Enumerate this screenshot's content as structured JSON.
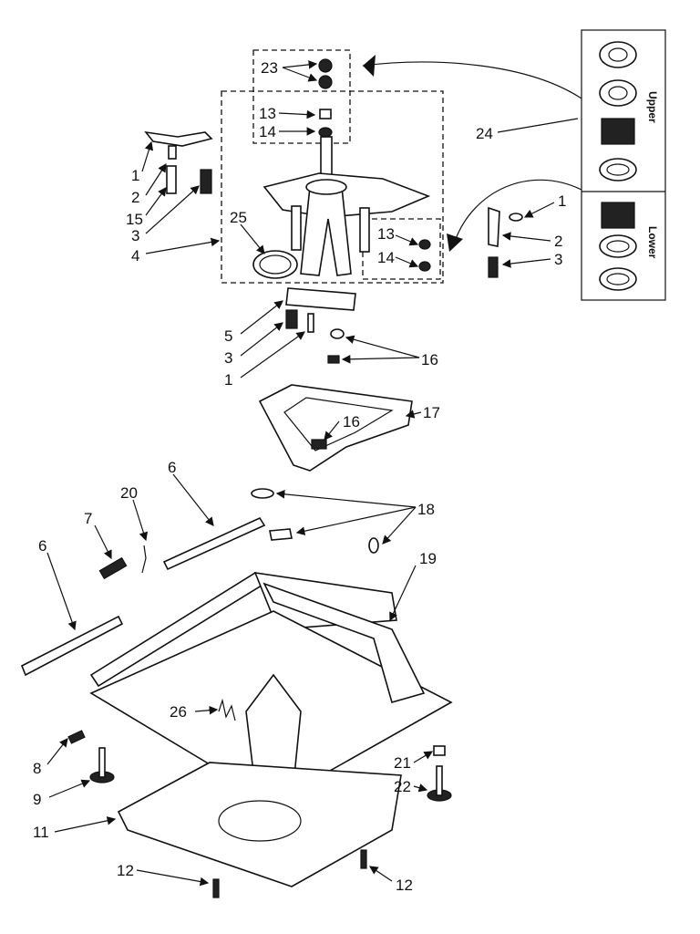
{
  "diagram": {
    "callouts": [
      "1",
      "2",
      "3",
      "4",
      "5",
      "6",
      "7",
      "8",
      "9",
      "11",
      "12",
      "13",
      "14",
      "15",
      "16",
      "17",
      "18",
      "19",
      "20",
      "21",
      "22",
      "23",
      "24",
      "25",
      "26"
    ],
    "bearing_kit": {
      "upper_label": "Upper",
      "lower_label": "Lower"
    }
  }
}
